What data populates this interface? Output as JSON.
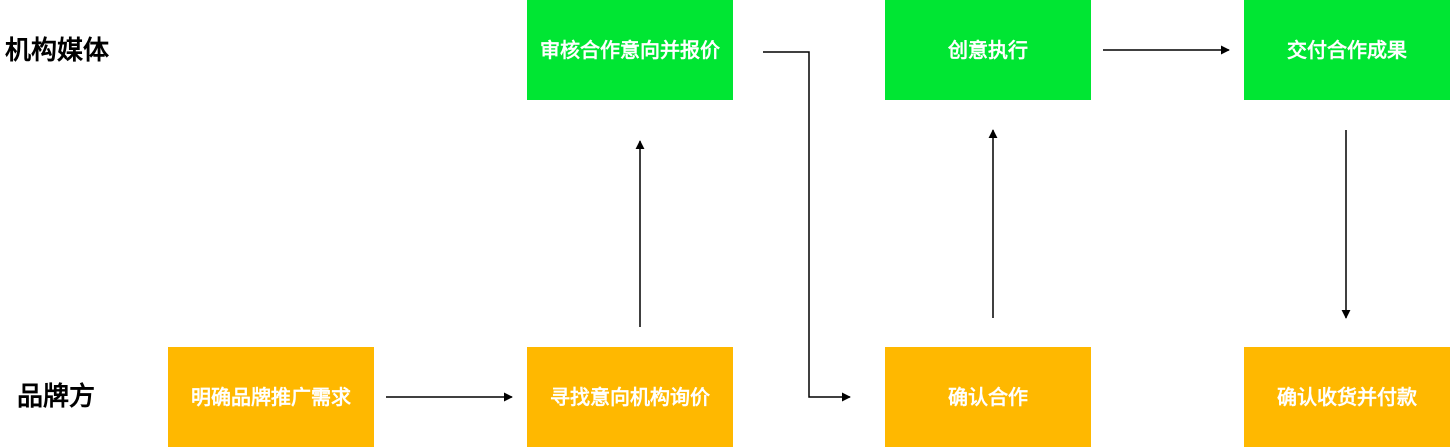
{
  "lanes": {
    "media": "机构媒体",
    "brand": "品牌方"
  },
  "nodes": {
    "review_quote": "审核合作意向并报价",
    "creative_exec": "创意执行",
    "deliver_results": "交付合作成果",
    "define_needs": "明确品牌推广需求",
    "find_agency": "寻找意向机构询价",
    "confirm_coop": "确认合作",
    "confirm_payment": "确认收货并付款"
  },
  "colors": {
    "media_box": "#00e633",
    "brand_box": "#ffb800",
    "arrow": "#000000"
  }
}
